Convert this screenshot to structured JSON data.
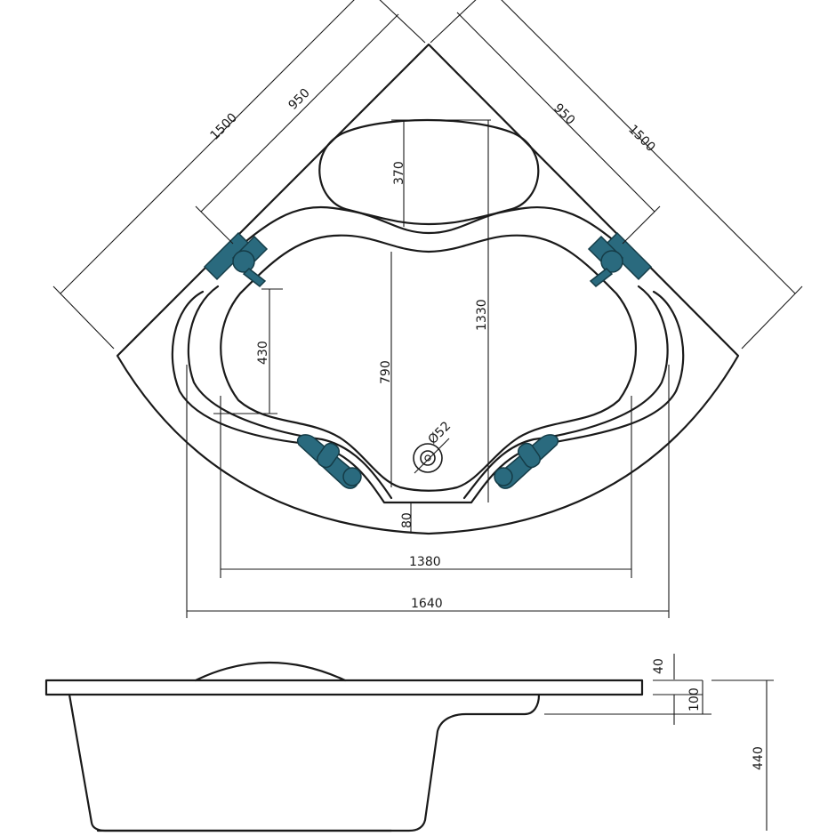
{
  "plan": {
    "dim_diag_left_outer": "1500",
    "dim_diag_left_inner": "950",
    "dim_diag_right_inner": "950",
    "dim_diag_right_outer": "1500",
    "dim_headrest_depth": "370",
    "dim_total_depth": "1330",
    "dim_side_seat": "430",
    "dim_basin_depth": "790",
    "dim_drain": "Ø52",
    "dim_front_rim": "80",
    "dim_inner_width": "1380",
    "dim_outer_width": "1640"
  },
  "elevation": {
    "dim_rim": "40",
    "dim_seat": "100",
    "dim_height": "440"
  },
  "colors": {
    "line": "#1a1a1a",
    "fitting": "#2a6a7e"
  }
}
